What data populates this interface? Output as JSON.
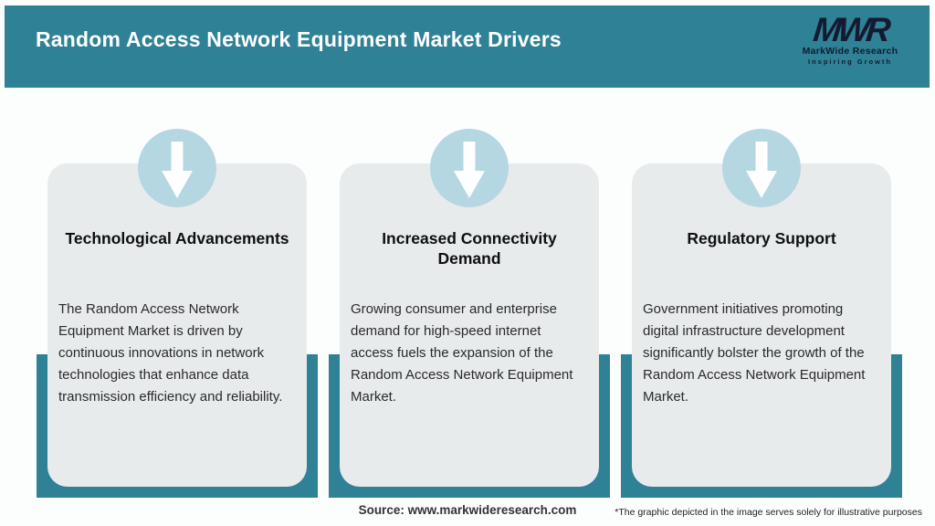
{
  "header": {
    "title": "Random Access Network Equipment Market Drivers",
    "logo": {
      "mark": "MWR",
      "name": "MarkWide Research",
      "tagline": "Inspiring Growth"
    }
  },
  "cards": [
    {
      "icon": "down-arrow-icon",
      "heading": "Technological Advancements",
      "body": "The Random Access Network Equipment Market is driven by continuous innovations in network technologies that enhance data transmission efficiency and reliability."
    },
    {
      "icon": "down-arrow-icon",
      "heading": "Increased Connectivity Demand",
      "body": "Growing consumer and enterprise demand for high-speed internet access fuels the expansion of the Random Access Network Equipment Market."
    },
    {
      "icon": "down-arrow-icon",
      "heading": "Regulatory Support",
      "body": "Government initiatives promoting digital infrastructure development significantly bolster the growth of the Random Access Network Equipment Market."
    }
  ],
  "footer": {
    "source": "Source: www.markwideresearch.com",
    "disclaimer": "*The graphic depicted in the image serves solely for illustrative purposes"
  },
  "colors": {
    "header_teal": "#2f8196",
    "circle_blue": "#b4d7e2",
    "card_gray": "#e8ebec",
    "logo_navy": "#141b30",
    "title_white": "#ffffff"
  }
}
